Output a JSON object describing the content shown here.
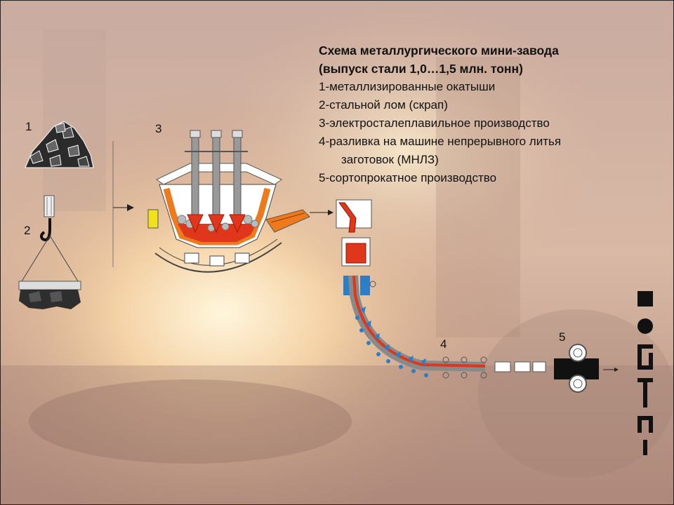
{
  "title": {
    "line1": "Схема металлургического мини-завода",
    "line2": "(выпуск стали 1,0…1,5 млн. тонн)"
  },
  "legend": [
    "1-металлизированные окатыши",
    "2-стальной лом (скрап)",
    "3-электросталеплавильное производство",
    "4-разливка на машине непрерывного литья",
    "заготовок (МНЛЗ)",
    "5-сортопрокатное производство"
  ],
  "diagram_numbers": [
    "1",
    "2",
    "3",
    "4",
    "5"
  ],
  "colors": {
    "molten": "#e0361c",
    "furnace_orange": "#ee7a1c",
    "cooling_blue": "#2a7fc8",
    "steel_gray": "#8a8a8a",
    "dark": "#222222",
    "yellow_door": "#f2e21a"
  },
  "logo_icon": "company-logo-icon"
}
